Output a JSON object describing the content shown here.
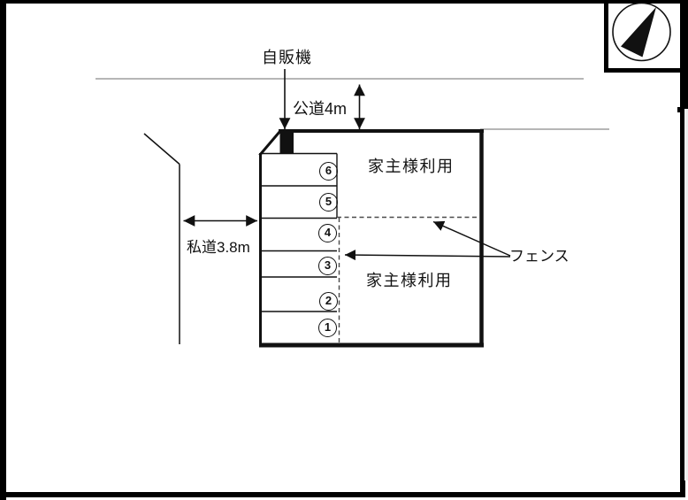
{
  "compass": {
    "icon": "north-arrow"
  },
  "roads": {
    "vending_machine_label": "自販機",
    "public_road_width_label": "公道4m",
    "private_road_width_label": "私道3.8m"
  },
  "plot": {
    "upper_area_label": "家主様利用",
    "lower_area_label": "家主様利用",
    "fence_label": "フェンス",
    "parking_spaces": [
      {
        "number": "6"
      },
      {
        "number": "5"
      },
      {
        "number": "4"
      },
      {
        "number": "3"
      },
      {
        "number": "2"
      },
      {
        "number": "1"
      }
    ]
  },
  "colors": {
    "line": "#111111",
    "road_line": "#8a8a8a",
    "fence_dash": "#4a4a4a",
    "frame": "#000000",
    "scan_strip": "#ededed",
    "paper": "#ffffff"
  }
}
